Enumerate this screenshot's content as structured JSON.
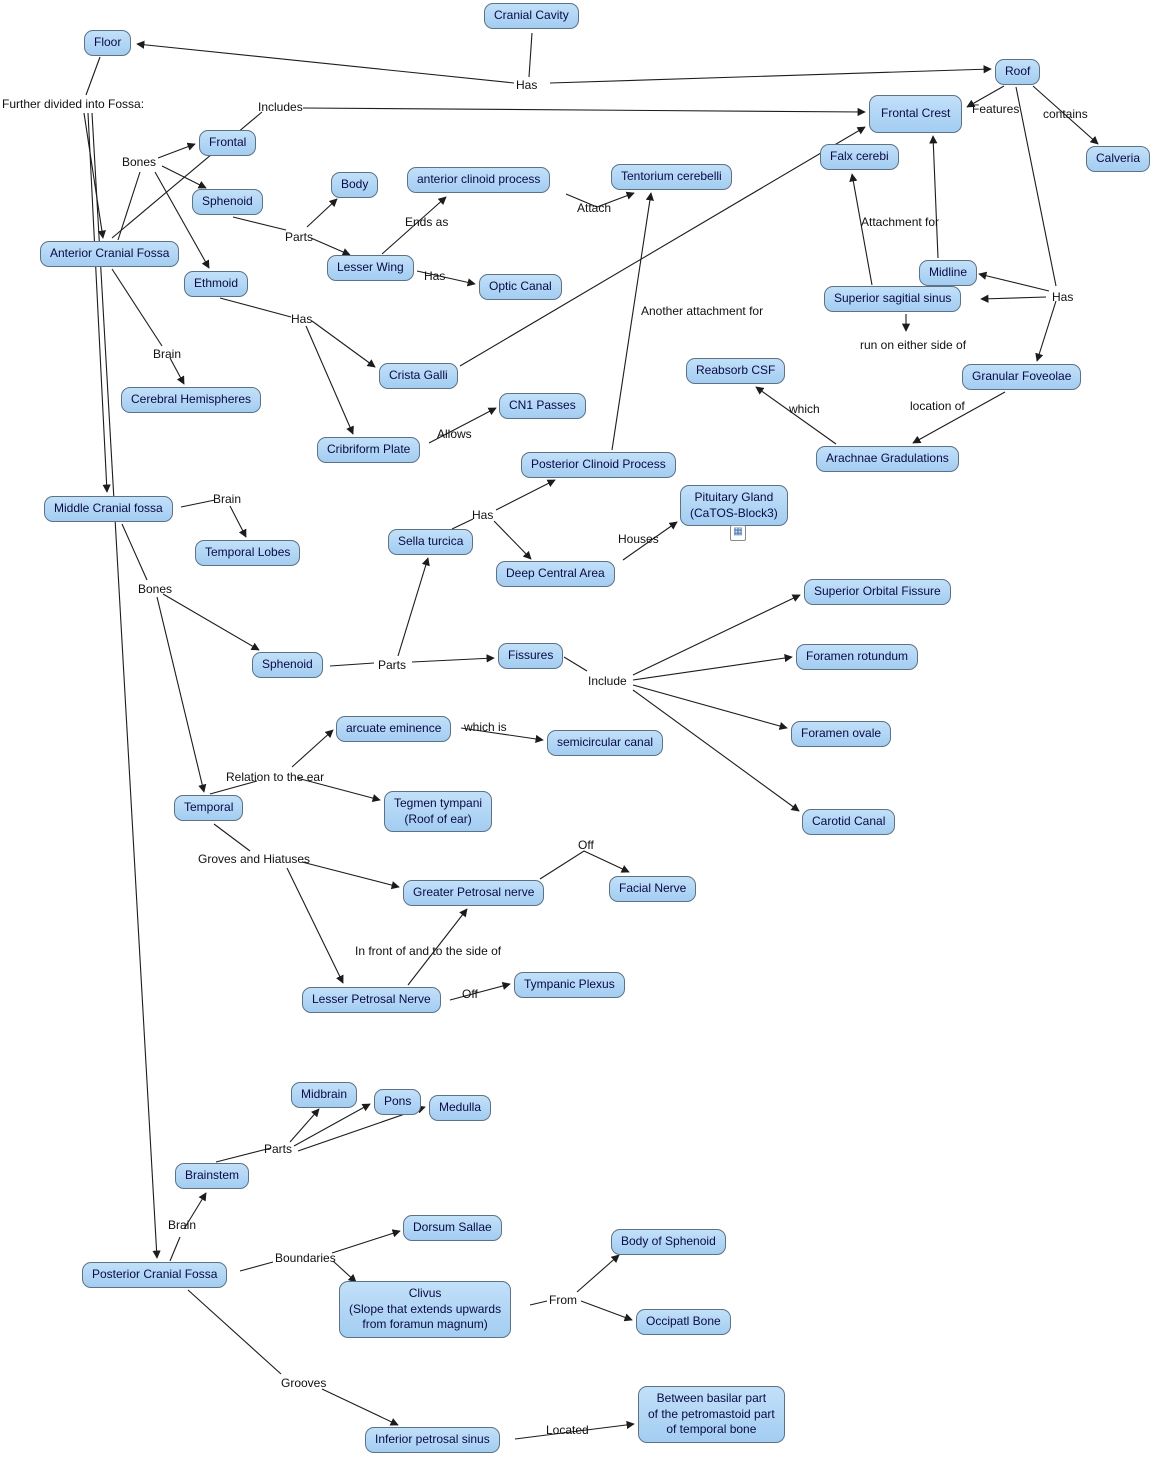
{
  "colors": {
    "node_fill": "#a9d1f3",
    "node_border": "#5d7285",
    "node_text": "#0a0a46",
    "edge": "#1c1c1c",
    "background": "#ffffff"
  },
  "nodes": {
    "cranial_cavity": "Cranial Cavity",
    "floor": "Floor",
    "roof": "Roof",
    "frontal_crest": "Frontal Crest",
    "falx_cerebi": "Falx cerebi",
    "calveria": "Calveria",
    "frontal": "Frontal",
    "sphenoid_1": "Sphenoid",
    "body": "Body",
    "anterior_clinoid_process": "anterior clinoid process",
    "tentorium_cerebelli": "Tentorium cerebelli",
    "anterior_cranial_fossa": "Anterior Cranial Fossa",
    "lesser_wing": "Lesser Wing",
    "optic_canal": "Optic Canal",
    "ethmoid": "Ethmoid",
    "midline": "Midline",
    "superior_sagitial_sinus": "Superior sagitial sinus",
    "cerebral_hemispheres": "Cerebral Hemispheres",
    "crista_galli": "Crista Galli",
    "reabsorb_csf": "Reabsorb CSF",
    "granular_foveolae": "Granular Foveolae",
    "cn1_passes": "CN1 Passes",
    "cribriform_plate": "Cribriform Plate",
    "arachnae_gradulations": "Arachnae Gradulations",
    "posterior_clinoid_process": "Posterior Clinoid Process",
    "middle_cranial_fossa": "Middle Cranial fossa",
    "pituitary_gland": "Pituitary Gland\n(CaTOS-Block3)",
    "temporal_lobes": "Temporal Lobes",
    "sella_turcica": "Sella turcica",
    "deep_central_area": "Deep Central Area",
    "superior_orbital_fissure": "Superior Orbital Fissure",
    "sphenoid_2": "Sphenoid",
    "fissures": "Fissures",
    "foramen_rotundum": "Foramen rotundum",
    "foramen_ovale": "Foramen ovale",
    "arcuate_eminence": "arcuate eminence",
    "semicircular_canal": "semicircular canal",
    "temporal": "Temporal",
    "tegmen_tympani": "Tegmen tympani\n(Roof of ear)",
    "carotid_canal": "Carotid Canal",
    "greater_petrosal_nerve": "Greater Petrosal nerve",
    "facial_nerve": "Facial Nerve",
    "lesser_petrosal_nerve": "Lesser Petrosal Nerve",
    "tympanic_plexus": "Tympanic Plexus",
    "midbrain": "Midbrain",
    "pons": "Pons",
    "medulla": "Medulla",
    "brainstem": "Brainstem",
    "dorsum_sallae": "Dorsum Sallae",
    "body_of_sphenoid": "Body of Sphenoid",
    "posterior_cranial_fossa": "Posterior Cranial Fossa",
    "clivus": "Clivus\n(Slope that extends upwards\nfrom foramun magnum)",
    "occipatl_bone": "Occipatl Bone",
    "inferior_petrosal_sinus": "Inferior petrosal sinus",
    "between_basilar": "Between basilar part\nof the petromastoid part\nof temporal bone"
  },
  "edge_labels": {
    "has_roof_floor": "Has",
    "further_divided": "Further divided into Fossa:",
    "includes": "Includes",
    "features": "Features",
    "contains": "contains",
    "bones_anterior": "Bones",
    "parts_sphenoid1": "Parts",
    "ends_as": "Ends as",
    "attach": "Attach",
    "attachment_for": "Attachment for",
    "has_optic": "Has",
    "has_roof_right": "Has",
    "has_ethmoid": "Has",
    "another_attachment_for": "Another attachment for",
    "run_either_side": "run on either side of",
    "brain_anterior": "Brain",
    "which": "which",
    "location_of": "location of",
    "allows": "Allows",
    "brain_middle": "Brain",
    "has_sella": "Has",
    "houses": "Houses",
    "bones_middle": "Bones",
    "parts_sphenoid2": "Parts",
    "include": "Include",
    "which_is": "which is",
    "relation_to_ear": "Relation to the ear",
    "groves_hiatuses": "Groves and Hiatuses",
    "off_facial": "Off",
    "in_front_of": "In front of and to the side of",
    "off_tympanic": "Off",
    "parts_brainstem": "Parts",
    "brain_posterior": "Brain",
    "boundaries": "Boundaries",
    "from": "From",
    "grooves": "Grooves",
    "located": "Located"
  },
  "edges": [
    {
      "from": "Cranial Cavity",
      "label": "Has",
      "to": "Floor"
    },
    {
      "from": "Cranial Cavity",
      "label": "Has",
      "to": "Roof"
    },
    {
      "from": "Floor",
      "label": "Further divided into Fossa:",
      "to": "Anterior Cranial Fossa"
    },
    {
      "from": "Floor",
      "label": "Further divided into Fossa:",
      "to": "Middle Cranial fossa"
    },
    {
      "from": "Floor",
      "label": "Further divided into Fossa:",
      "to": "Posterior Cranial Fossa"
    },
    {
      "from": "Anterior Cranial Fossa",
      "label": "Includes",
      "to": "Frontal Crest"
    },
    {
      "from": "Roof",
      "label": "Features",
      "to": "Frontal Crest"
    },
    {
      "from": "Roof",
      "label": "contains",
      "to": "Calveria"
    },
    {
      "from": "Anterior Cranial Fossa",
      "label": "Bones",
      "to": "Frontal"
    },
    {
      "from": "Anterior Cranial Fossa",
      "label": "Bones",
      "to": "Sphenoid"
    },
    {
      "from": "Anterior Cranial Fossa",
      "label": "Bones",
      "to": "Ethmoid"
    },
    {
      "from": "Anterior Cranial Fossa",
      "label": "Brain",
      "to": "Cerebral Hemispheres"
    },
    {
      "from": "Sphenoid",
      "label": "Parts",
      "to": "Body"
    },
    {
      "from": "Sphenoid",
      "label": "Parts",
      "to": "Lesser Wing"
    },
    {
      "from": "Lesser Wing",
      "label": "Ends as",
      "to": "anterior clinoid process"
    },
    {
      "from": "Lesser Wing",
      "label": "Has",
      "to": "Optic Canal"
    },
    {
      "from": "anterior clinoid process",
      "label": "Attach",
      "to": "Tentorium cerebelli"
    },
    {
      "from": "Posterior Clinoid Process",
      "label": "Another attachment for",
      "to": "Tentorium cerebelli"
    },
    {
      "from": "Ethmoid",
      "label": "Has",
      "to": "Crista Galli"
    },
    {
      "from": "Ethmoid",
      "label": "Has",
      "to": "Cribriform Plate"
    },
    {
      "from": "Cribriform Plate",
      "label": "Allows",
      "to": "CN1 Passes"
    },
    {
      "from": "Crista Galli",
      "label": "",
      "to": "Frontal Crest"
    },
    {
      "from": "Superior sagitial sinus",
      "label": "Attachment for",
      "to": "Falx cerebi"
    },
    {
      "from": "Midline",
      "label": "",
      "to": "Frontal Crest"
    },
    {
      "from": "Roof",
      "label": "Has",
      "to": "Midline"
    },
    {
      "from": "Roof",
      "label": "Has",
      "to": "Superior sagitial sinus"
    },
    {
      "from": "Roof",
      "label": "Has",
      "to": "Granular Foveolae"
    },
    {
      "from": "Superior sagitial sinus",
      "label": "run on either side of",
      "to": ""
    },
    {
      "from": "Granular Foveolae",
      "label": "location of",
      "to": "Arachnae Gradulations"
    },
    {
      "from": "Arachnae Gradulations",
      "label": "which",
      "to": "Reabsorb CSF"
    },
    {
      "from": "Middle Cranial fossa",
      "label": "Brain",
      "to": "Temporal Lobes"
    },
    {
      "from": "Middle Cranial fossa",
      "label": "Bones",
      "to": "Sphenoid"
    },
    {
      "from": "Middle Cranial fossa",
      "label": "Bones",
      "to": "Temporal"
    },
    {
      "from": "Sphenoid",
      "label": "Parts",
      "to": "Sella turcica"
    },
    {
      "from": "Sphenoid",
      "label": "Parts",
      "to": "Fissures"
    },
    {
      "from": "Sella turcica",
      "label": "Has",
      "to": "Posterior Clinoid Process"
    },
    {
      "from": "Sella turcica",
      "label": "Has",
      "to": "Deep Central Area"
    },
    {
      "from": "Deep Central Area",
      "label": "Houses",
      "to": "Pituitary Gland (CaTOS-Block3)"
    },
    {
      "from": "Fissures",
      "label": "Include",
      "to": "Superior Orbital Fissure"
    },
    {
      "from": "Fissures",
      "label": "Include",
      "to": "Foramen rotundum"
    },
    {
      "from": "Fissures",
      "label": "Include",
      "to": "Foramen ovale"
    },
    {
      "from": "Fissures",
      "label": "Include",
      "to": "Carotid Canal"
    },
    {
      "from": "Temporal",
      "label": "Relation to the ear",
      "to": "arcuate eminence"
    },
    {
      "from": "Temporal",
      "label": "Relation to the ear",
      "to": "Tegmen tympani (Roof of ear)"
    },
    {
      "from": "arcuate eminence",
      "label": "which is",
      "to": "semicircular canal"
    },
    {
      "from": "Temporal",
      "label": "Groves and Hiatuses",
      "to": "Greater Petrosal nerve"
    },
    {
      "from": "Temporal",
      "label": "Groves and Hiatuses",
      "to": "Lesser Petrosal Nerve"
    },
    {
      "from": "Greater Petrosal nerve",
      "label": "Off",
      "to": "Facial Nerve"
    },
    {
      "from": "Lesser Petrosal Nerve",
      "label": "In front of and to the side of",
      "to": "Greater Petrosal nerve"
    },
    {
      "from": "Lesser Petrosal Nerve",
      "label": "Off",
      "to": "Tympanic Plexus"
    },
    {
      "from": "Brainstem",
      "label": "Parts",
      "to": "Midbrain"
    },
    {
      "from": "Brainstem",
      "label": "Parts",
      "to": "Pons"
    },
    {
      "from": "Brainstem",
      "label": "Parts",
      "to": "Medulla"
    },
    {
      "from": "Posterior Cranial Fossa",
      "label": "Brain",
      "to": "Brainstem"
    },
    {
      "from": "Posterior Cranial Fossa",
      "label": "Boundaries",
      "to": "Dorsum Sallae"
    },
    {
      "from": "Posterior Cranial Fossa",
      "label": "Boundaries",
      "to": "Clivus"
    },
    {
      "from": "Clivus",
      "label": "From",
      "to": "Body of Sphenoid"
    },
    {
      "from": "Clivus",
      "label": "From",
      "to": "Occipatl Bone"
    },
    {
      "from": "Posterior Cranial Fossa",
      "label": "Grooves",
      "to": "Inferior petrosal sinus"
    },
    {
      "from": "Inferior petrosal sinus",
      "label": "Located",
      "to": "Between basilar part of the petromastoid part of temporal bone"
    }
  ],
  "icons": {
    "pituitary_resource": "resource-grid-icon"
  }
}
